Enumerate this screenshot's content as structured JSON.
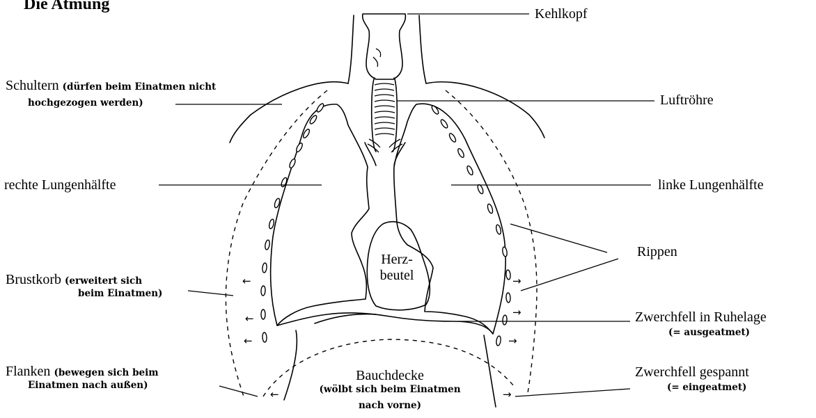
{
  "title": "Die Atmung",
  "labels": {
    "kehlkopf": "Kehlkopf",
    "schultern_main": "Schultern",
    "schultern_note1": "(dürfen beim Einatmen nicht",
    "schultern_note2": "hochgezogen werden)",
    "luftroehre": "Luftröhre",
    "rechte_lunge": "rechte Lungenhälfte",
    "linke_lunge": "linke Lungenhälfte",
    "rippen": "Rippen",
    "herzbeutel_1": "Herz-",
    "herzbeutel_2": "beutel",
    "brustkorb_main": "Brustkorb",
    "brustkorb_note1": "(erweitert sich",
    "brustkorb_note2": "beim Einatmen)",
    "zwerchfell_ruhe": "Zwerchfell in Ruhelage",
    "zwerchfell_ruhe_note": "(= ausgeatmet)",
    "flanken_main": "Flanken",
    "flanken_note1": "(bewegen sich beim",
    "flanken_note2": "Einatmen nach außen)",
    "bauchdecke": "Bauchdecke",
    "bauchdecke_note1": "(wölbt sich beim Einatmen",
    "bauchdecke_note2": "nach vorne)",
    "zwerchfell_gespannt": "Zwerchfell gespannt",
    "zwerchfell_gespannt_note": "(= eingeatmet)"
  },
  "arrow_glyph_left": "←",
  "arrow_glyph_right": "→"
}
